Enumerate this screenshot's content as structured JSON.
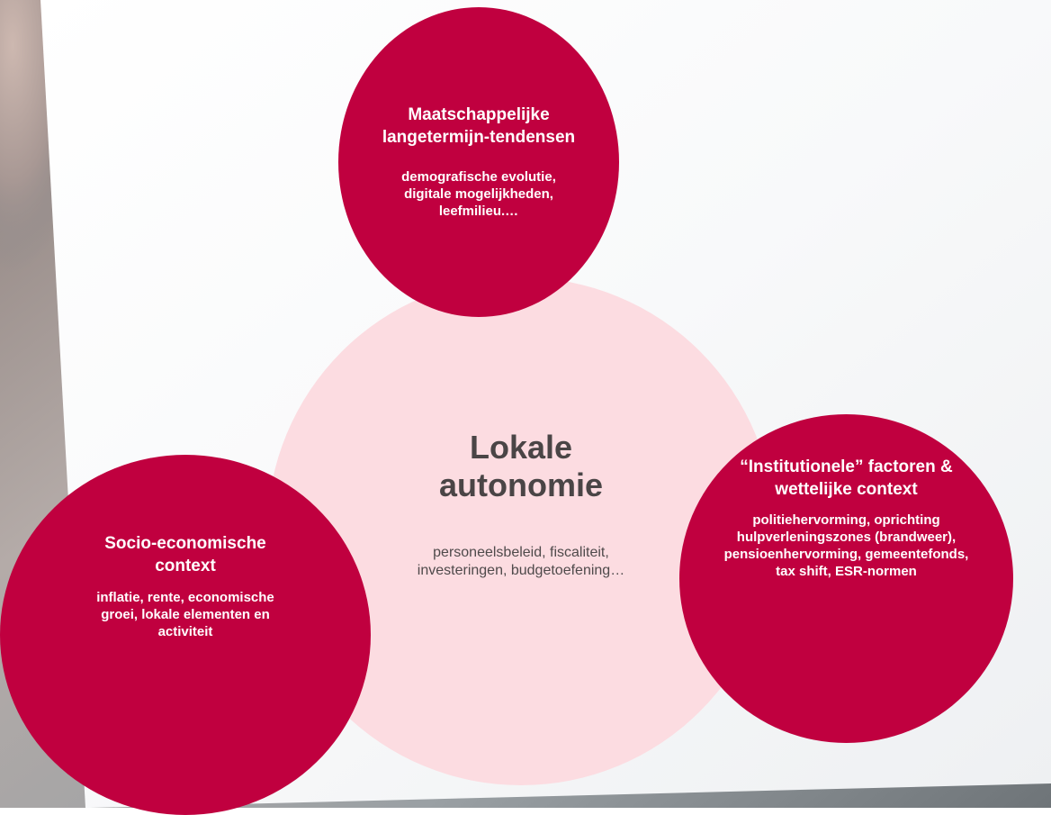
{
  "colors": {
    "accent": "#c0003f",
    "center_fill": "#fcdce1",
    "center_text": "#4a4546"
  },
  "center": {
    "title": "Lokale autonomie",
    "text": "personeelsbeleid, fiscaliteit, investeringen, budgetoefening…"
  },
  "top": {
    "title": "Maatschappelijke langetermijn-tendensen",
    "text": "demografische evolutie, digitale mogelijkheden, leefmilieu.…"
  },
  "left": {
    "title": "Socio-economische context",
    "text": "inflatie, rente, economische groei, lokale elementen en activiteit"
  },
  "right": {
    "title": "“Institutionele” factoren & wettelijke context",
    "text": "politiehervorming, oprichting hulpverleningszones (brandweer), pensioenhervorming, gemeentefonds, tax shift, ESR-normen"
  }
}
